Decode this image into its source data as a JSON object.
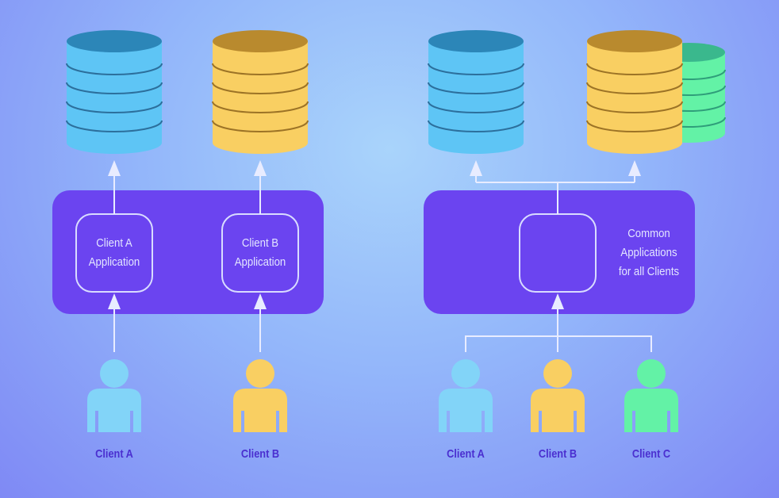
{
  "colors": {
    "blue": "#5ec5f5",
    "blue_top": "#2c86b8",
    "yellow": "#f9cf62",
    "yellow_top": "#b98a2e",
    "green": "#63f2a6",
    "green_top": "#3ab88d",
    "panel": "#6b44f0",
    "label": "#4a2fd0"
  },
  "left": {
    "panel": {
      "app_a": {
        "line1": "Client A",
        "line2": "Application"
      },
      "app_b": {
        "line1": "Client B",
        "line2": "Application"
      }
    },
    "clients": [
      {
        "label": "Client A",
        "color": "blue"
      },
      {
        "label": "Client B",
        "color": "yellow"
      }
    ]
  },
  "right": {
    "panel": {
      "common": {
        "line1": "Common",
        "line2": "Applications",
        "line3": "for all Clients"
      }
    },
    "clients": [
      {
        "label": "Client A",
        "color": "blue"
      },
      {
        "label": "Client B",
        "color": "yellow"
      },
      {
        "label": "Client C",
        "color": "green"
      }
    ]
  },
  "icons": [
    "database-icon",
    "person-icon",
    "arrow-up-icon"
  ]
}
